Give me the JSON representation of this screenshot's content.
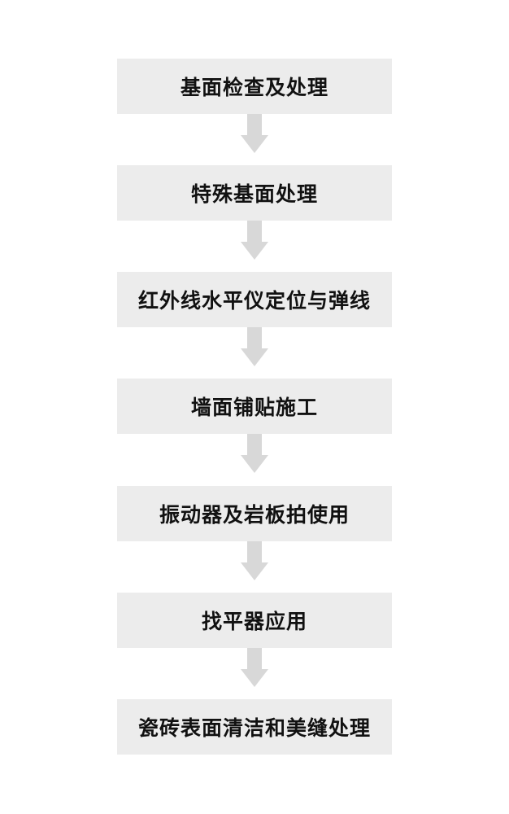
{
  "flowchart": {
    "steps": [
      {
        "label": "基面检查及处理"
      },
      {
        "label": "特殊基面处理"
      },
      {
        "label": "红外线水平仪定位与弹线"
      },
      {
        "label": "墙面铺贴施工"
      },
      {
        "label": "振动器及岩板拍使用"
      },
      {
        "label": "找平器应用"
      },
      {
        "label": "瓷砖表面清洁和美缝处理"
      }
    ],
    "colors": {
      "box_fill": "#ececec",
      "arrow_fill": "#d8d8d8",
      "text": "#111111"
    }
  }
}
